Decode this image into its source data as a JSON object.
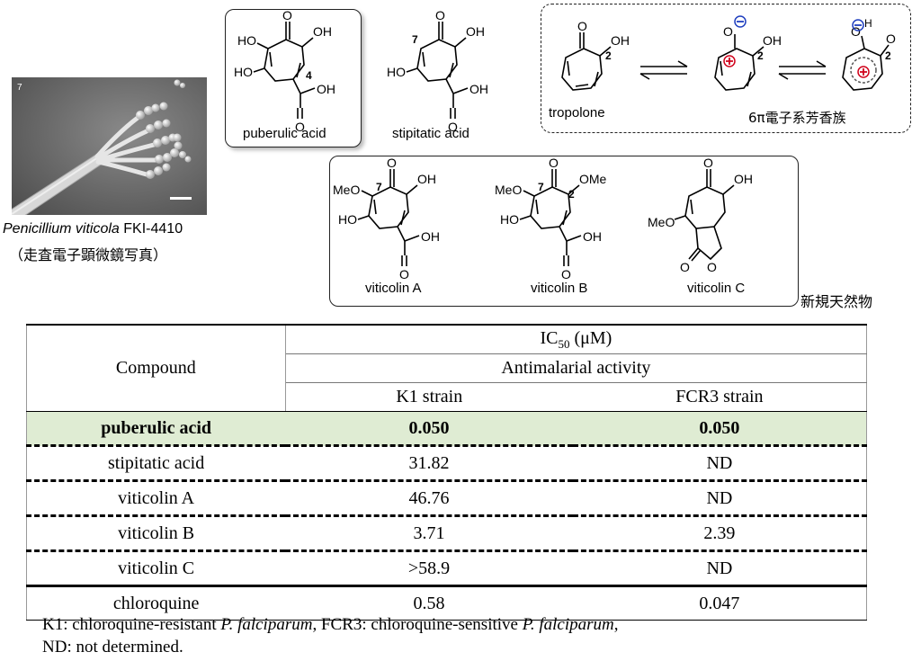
{
  "organism": {
    "name_italic": "Penicillium viticola",
    "strain": "FKI-4410",
    "photo_caption": "（走査電子顕微鏡写真）",
    "photo_corner_label": "7"
  },
  "structures": {
    "puberulic_acid": {
      "label": "puberulic acid",
      "atoms": [
        "O",
        "HO",
        "OH",
        "HO",
        "4",
        "OH",
        "O"
      ]
    },
    "stipitatic_acid": {
      "label": "stipitatic acid",
      "atoms": [
        "7",
        "O",
        "OH",
        "HO",
        "OH",
        "O"
      ]
    },
    "tropolone_box": {
      "tropolone_label": "tropolone",
      "aromatic_label": "6π電子系芳香族",
      "atoms": [
        "O",
        "OH",
        "2",
        "O",
        "OH",
        "2",
        "O",
        "H",
        "O",
        "2"
      ],
      "charges": [
        "⊖",
        "⊕",
        "⊖",
        "⊕"
      ]
    },
    "viticolin_A": {
      "label": "viticolin A",
      "atoms": [
        "O",
        "OH",
        "MeO",
        "7",
        "HO",
        "OH",
        "O"
      ]
    },
    "viticolin_B": {
      "label": "viticolin B",
      "atoms": [
        "O",
        "OMe",
        "MeO",
        "7",
        "2",
        "HO",
        "OH",
        "O"
      ]
    },
    "viticolin_C": {
      "label": "viticolin C",
      "atoms": [
        "O",
        "OH",
        "MeO",
        "O",
        "O"
      ]
    },
    "new_natural_products_label": "新規天然物"
  },
  "table": {
    "compound_header": "Compound",
    "ic50_header": "IC",
    "ic50_subscript": "50",
    "ic50_unit": " (μM)",
    "activity_header": "Antimalarial activity",
    "columns": [
      "K1 strain",
      "FCR3 strain"
    ],
    "rows": [
      {
        "compound": "puberulic acid",
        "k1": "0.050",
        "fcr3": "0.050",
        "highlight": true
      },
      {
        "compound": "stipitatic acid",
        "k1": "31.82",
        "fcr3": "ND"
      },
      {
        "compound": "viticolin A",
        "k1": "46.76",
        "fcr3": "ND"
      },
      {
        "compound": "viticolin B",
        "k1": "3.71",
        "fcr3": "2.39"
      },
      {
        "compound": "viticolin C",
        "k1": ">58.9",
        "fcr3": "ND"
      },
      {
        "compound": "chloroquine",
        "k1": "0.58",
        "fcr3": "0.047"
      }
    ]
  },
  "footnote": {
    "line1_a": "K1: chloroquine-resistant ",
    "line1_b": "P. falciparum",
    "line1_c": ", FCR3: chloroquine-sensitive ",
    "line1_d": "P. falciparum",
    "line1_e": ",",
    "line2": "ND: not determined."
  },
  "colors": {
    "highlight_row": "#dfecd3",
    "charge_positive": "#d0021b",
    "charge_negative": "#1f3fbf"
  }
}
